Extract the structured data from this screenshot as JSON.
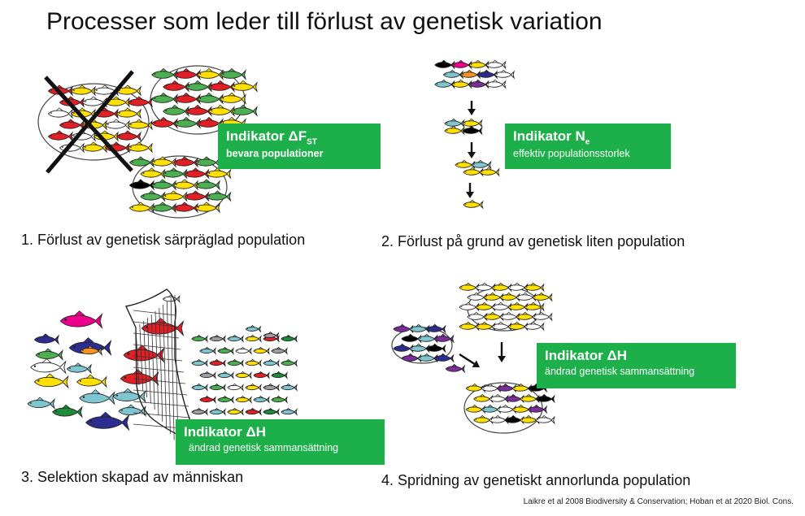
{
  "title": "Processer som leder till förlust av genetisk variation",
  "panels": [
    {
      "caption": "1. Förlust av genetisk särpräglad population",
      "indicator_label": "Indikator ΔF",
      "indicator_sub": "ST",
      "indicator_desc": "bevara populationer"
    },
    {
      "caption": "2. Förlust på grund av genetisk liten population",
      "indicator_label": "Indikator N",
      "indicator_sub": "e",
      "indicator_desc": "effektiv populationsstorlek"
    },
    {
      "caption": "3. Selektion skapad av människan",
      "indicator_label": "Indikator ΔH",
      "indicator_desc": "ändrad genetisk sammansättning"
    },
    {
      "caption": "4. Spridning av genetiskt annorlunda population",
      "indicator_label": "Indikator ΔH",
      "indicator_desc": "ändrad genetisk sammansättning"
    }
  ],
  "reference": "Laikre et al 2008 Biodiversity & Conservation; Hoban et at 2020 Biol. Cons.",
  "colors": {
    "indicator_bg": "#1db04a",
    "fish_palette": [
      "#e31e24",
      "#ffe000",
      "#4caf50",
      "#1e8b3a",
      "#ffffff",
      "#000000",
      "#7fc6d1",
      "#2d2d8f",
      "#ec008c",
      "#f7941d",
      "#7a2e9a",
      "#9e9e9e",
      "#2e7d3a"
    ]
  }
}
